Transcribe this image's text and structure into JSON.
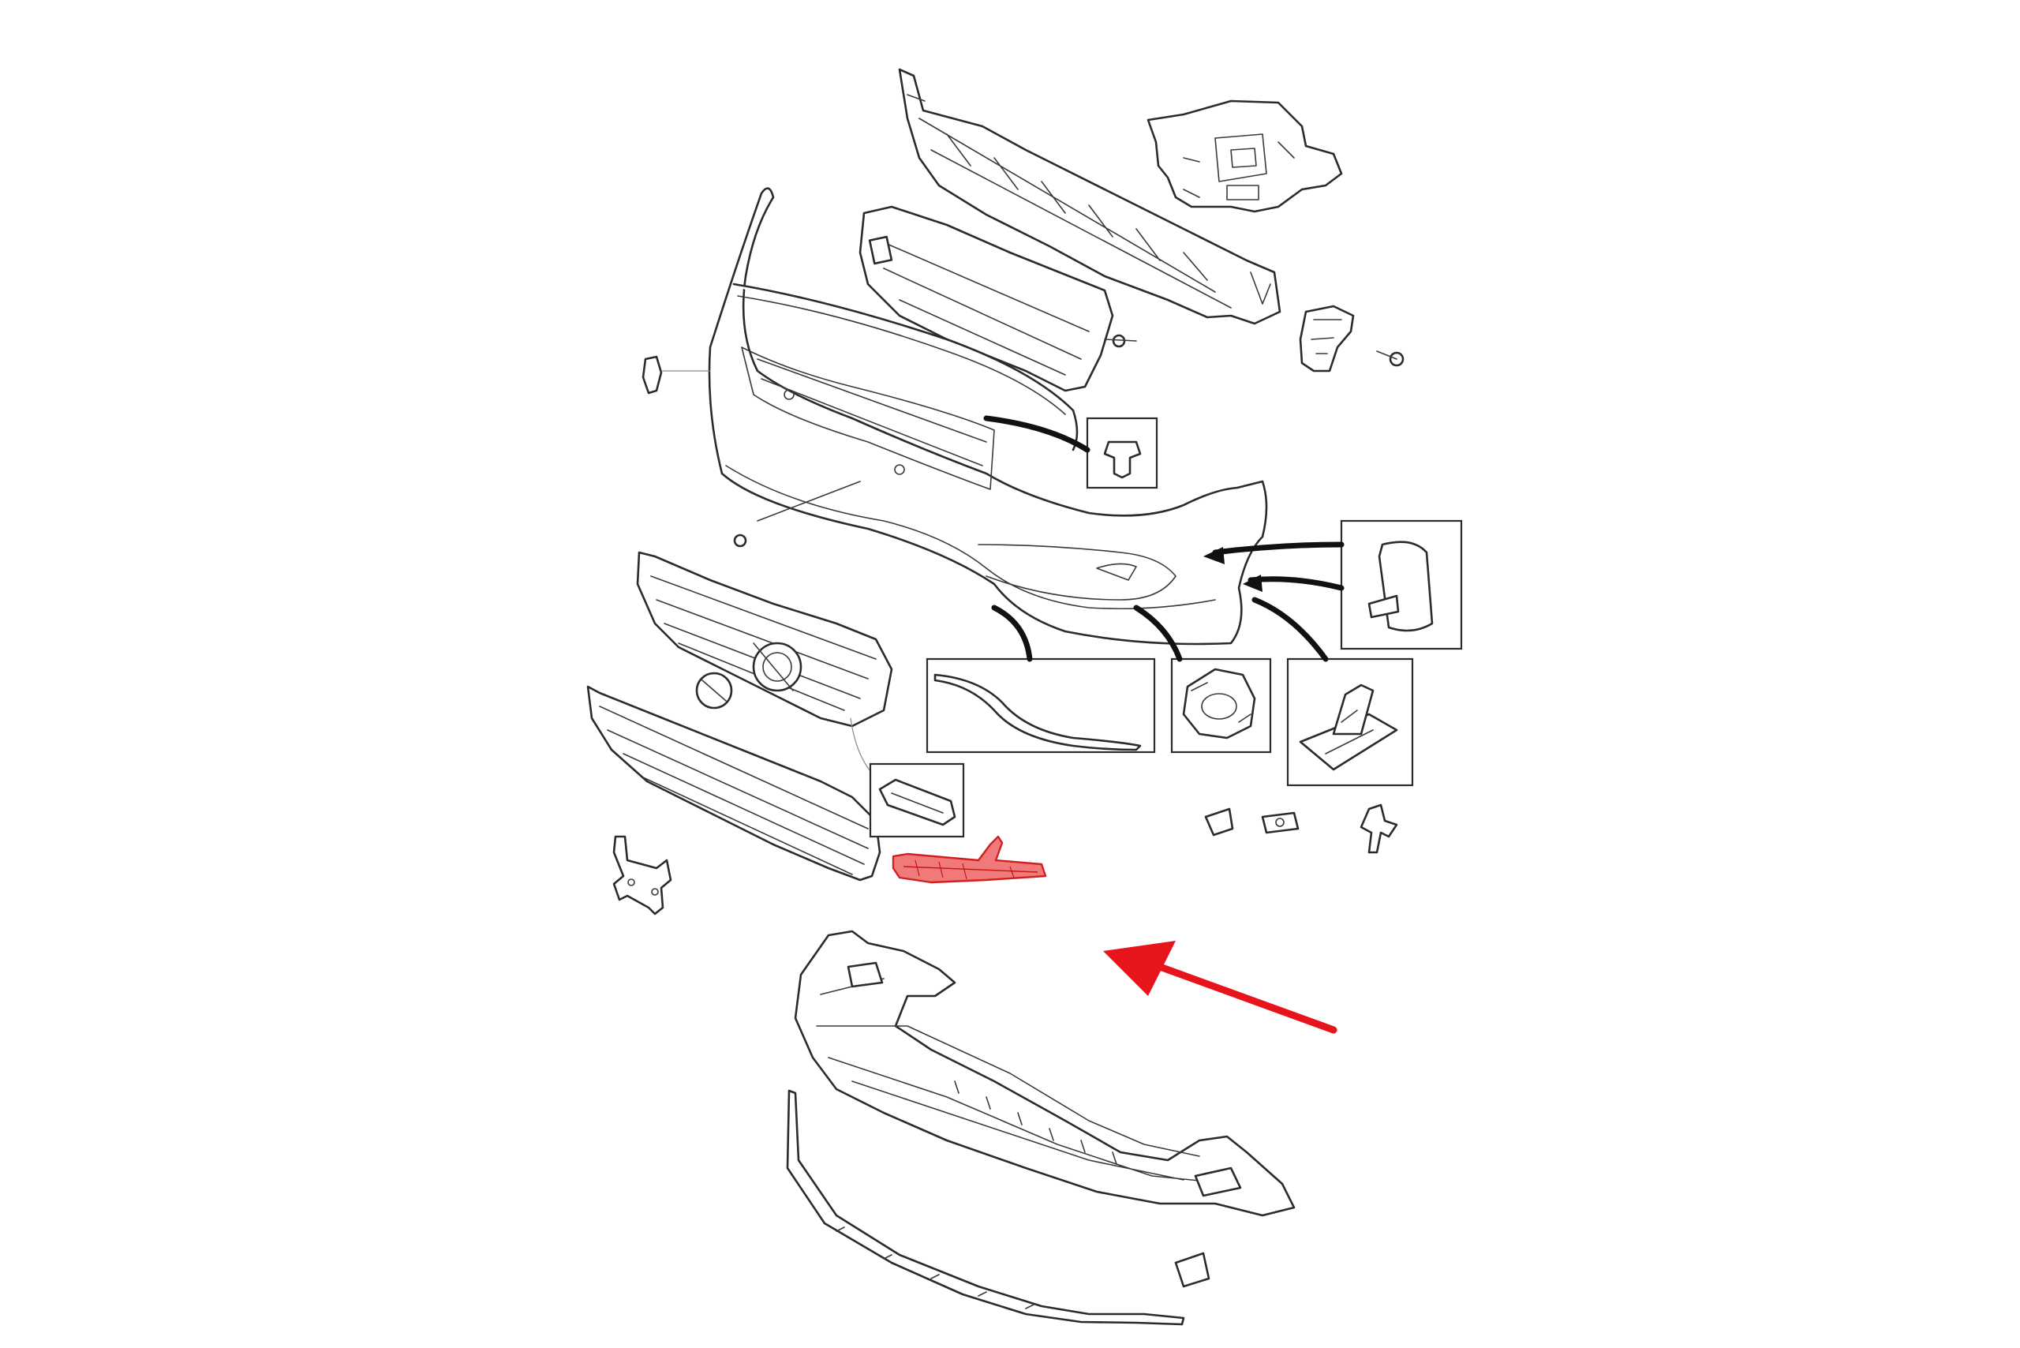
{
  "diagram": {
    "kind": "exploded parts diagram",
    "colors": {
      "line": "#2b2b2b",
      "highlight_part": "#f07a7a",
      "highlight_stroke": "#d21f1f",
      "arrow": "#e8141b",
      "background": "#ffffff"
    },
    "highlighted_part": "lower-grille-trim-strip",
    "callout_arrow_points_to": "highlighted-part"
  }
}
